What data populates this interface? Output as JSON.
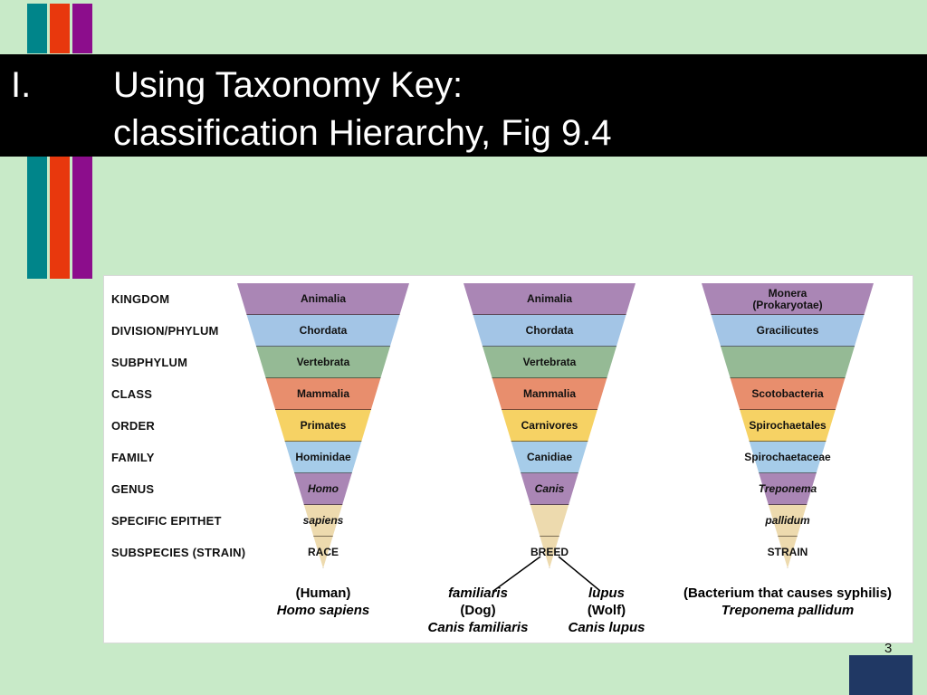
{
  "slide": {
    "title_number": "I.",
    "title_line1": "Using Taxonomy Key:",
    "title_line2": "classification Hierarchy, Fig 9.4",
    "page_number": "3"
  },
  "colors": {
    "background": "#c8eac8",
    "banner_bg": "#000000",
    "banner_text": "#ffffff",
    "stripe_teal": "#00858a",
    "stripe_red": "#e8380d",
    "stripe_purple": "#8c0d8c",
    "panel_bg": "#ffffff",
    "page_square": "#203864",
    "band_colors": [
      "#aa86b5",
      "#a3c5e6",
      "#95ba95",
      "#e88e6d",
      "#f6d264",
      "#a6cce9",
      "#aa86b5",
      "#eddaae",
      "#eddaae"
    ]
  },
  "figure": {
    "ranks": [
      "KINGDOM",
      "DIVISION/PHYLUM",
      "SUBPHYLUM",
      "CLASS",
      "ORDER",
      "FAMILY",
      "GENUS",
      "SPECIFIC EPITHET",
      "SUBSPECIES (STRAIN)"
    ],
    "funnel_human": {
      "levels": [
        "Animalia",
        "Chordata",
        "Vertebrata",
        "Mammalia",
        "Primates",
        "Hominidae",
        "Homo",
        "sapiens",
        "RACE"
      ],
      "caption_line1": "(Human)",
      "caption_line2": "Homo sapiens"
    },
    "funnel_dog": {
      "levels": [
        "Animalia",
        "Chordata",
        "Vertebrata",
        "Mammalia",
        "Carnivores",
        "Canidiae",
        "Canis",
        "",
        "BREED"
      ],
      "left_caption_line1": "familiaris",
      "left_caption_line2": "(Dog)",
      "left_caption_line3": "Canis familiaris",
      "right_caption_line1": "lupus",
      "right_caption_line2": "(Wolf)",
      "right_caption_line3": "Canis lupus"
    },
    "funnel_bacterium": {
      "levels": [
        "Monera (Prokaryotae)",
        "Gracilicutes",
        "",
        "Scotobacteria",
        "Spirochaetales",
        "Spirochaetaceae",
        "Treponema",
        "pallidum",
        "STRAIN"
      ],
      "caption_line1": "(Bacterium that causes syphilis)",
      "caption_line2": "Treponema pallidum"
    }
  }
}
